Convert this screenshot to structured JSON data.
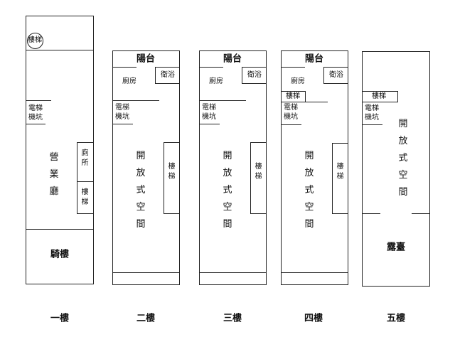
{
  "floors": [
    {
      "label": "一樓",
      "stair_circle": "樓梯",
      "elevator": [
        "電梯",
        "機坑"
      ],
      "hall": "營業廳",
      "toilet": "廁所",
      "stairs": "樓梯",
      "arcade": "騎樓"
    },
    {
      "label": "二樓",
      "balcony": "陽台",
      "kitchen": "廚房",
      "bath": "衛浴",
      "elevator": [
        "電梯",
        "機坑"
      ],
      "stairs": "樓梯",
      "open_space": "開放式空間"
    },
    {
      "label": "三樓",
      "balcony": "陽台",
      "kitchen": "廚房",
      "bath": "衛浴",
      "elevator": [
        "電梯",
        "機坑"
      ],
      "stairs": "樓梯",
      "open_space": "開放式空間"
    },
    {
      "label": "四樓",
      "balcony": "陽台",
      "kitchen": "廚房",
      "bath": "衛浴",
      "stairs_top": "樓梯",
      "elevator": [
        "電梯",
        "機坑"
      ],
      "stairs": "樓梯",
      "open_space": "開放式空間"
    },
    {
      "label": "五樓",
      "stairs_top": "樓梯",
      "elevator": [
        "電梯",
        "機坑"
      ],
      "open_space": "開放式空間",
      "terrace": "露臺"
    }
  ]
}
